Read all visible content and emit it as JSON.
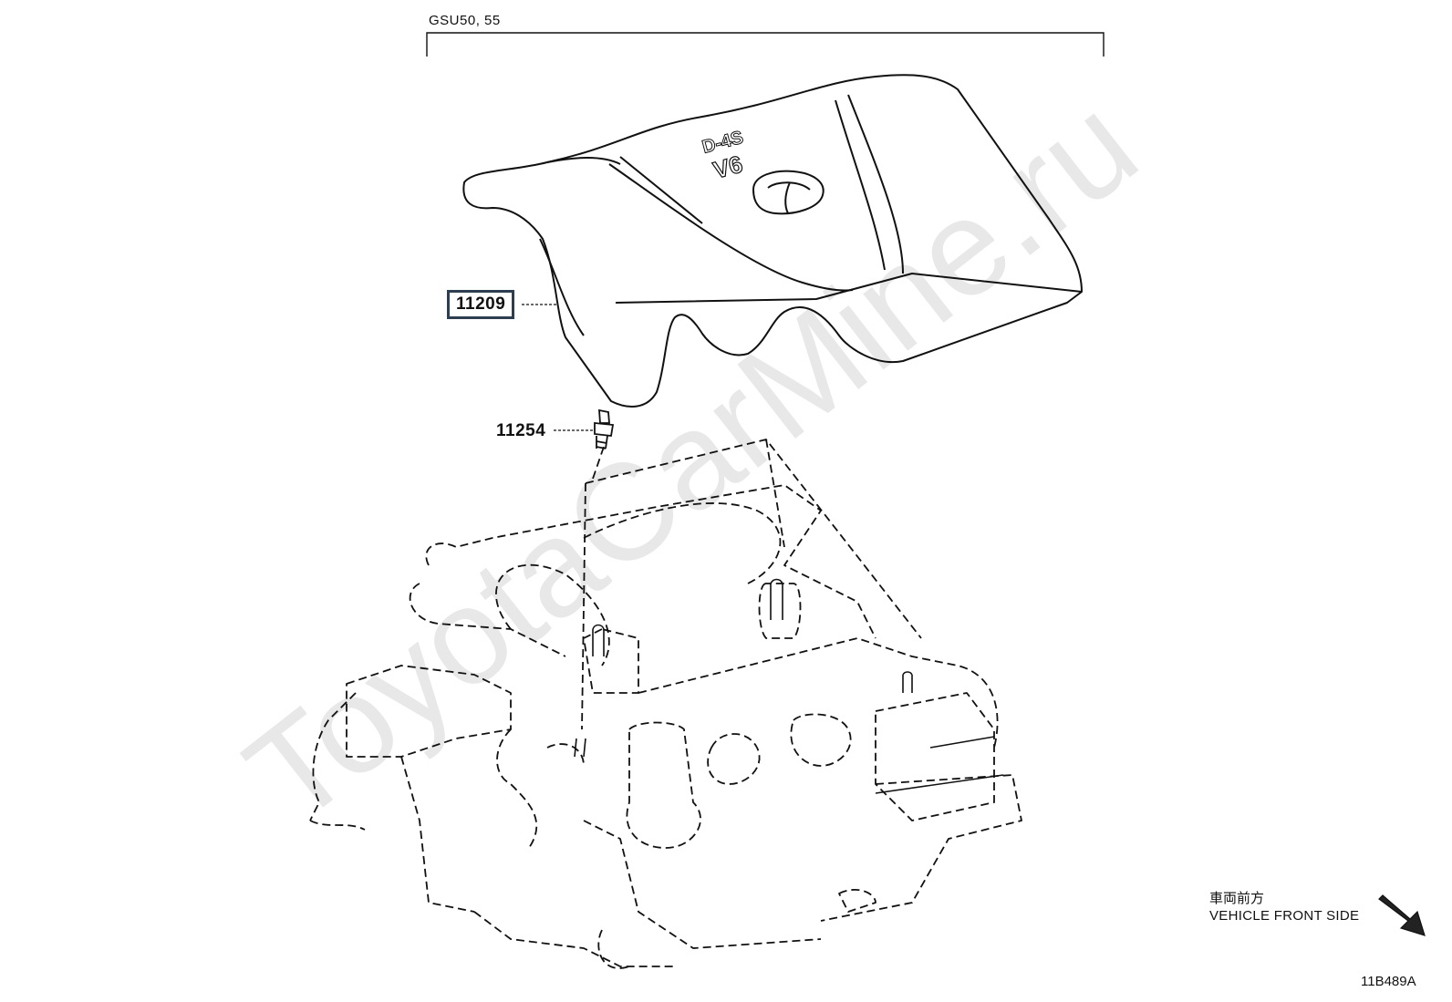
{
  "header": {
    "model_label": "GSU50, 55"
  },
  "parts": [
    {
      "number": "11209",
      "highlighted": true
    },
    {
      "number": "11254",
      "highlighted": false
    }
  ],
  "engine_cover": {
    "emblem_text": "V6",
    "sub_text": "D-4S"
  },
  "direction": {
    "label_jp": "車両前方",
    "label_en": "VEHICLE FRONT SIDE"
  },
  "illustration_code": "11B489A",
  "watermark": "ToyotaCarMine.ru",
  "colors": {
    "highlight_box": "#2c3e50",
    "lines": "#111111",
    "watermark": "#e6e6e6"
  }
}
